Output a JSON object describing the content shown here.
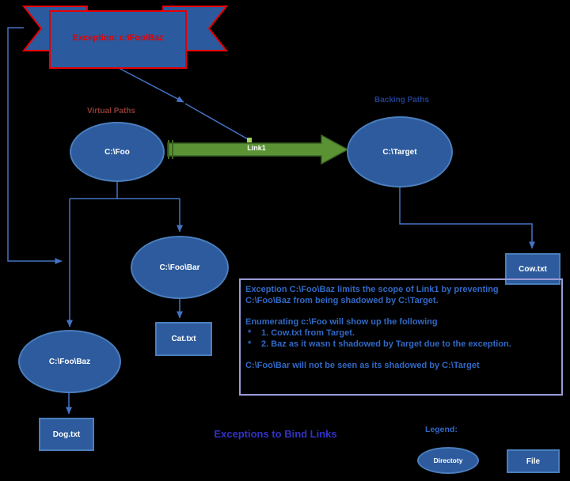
{
  "banner": {
    "label": "Exception: c:\\Foo\\Baz"
  },
  "section_labels": {
    "virtual_paths": "Virtual Paths",
    "backing_paths": "Backing Paths"
  },
  "nodes": {
    "foo": {
      "label": "C:\\Foo"
    },
    "target": {
      "label": "C:\\Target"
    },
    "foo_bar": {
      "label": "C:\\Foo\\Bar"
    },
    "foo_baz": {
      "label": "C:\\Foo\\Baz"
    },
    "cat": {
      "label": "Cat.txt"
    },
    "dog": {
      "label": "Dog.txt"
    },
    "cow": {
      "label": "Cow.txt"
    }
  },
  "link": {
    "label": "Link1"
  },
  "note": {
    "para1": "Exception C:\\Foo\\Baz limits the scope of Link1 by preventing C:\\Foo\\Baz from being shadowed by C:\\Target.",
    "para2": "Enumerating c:\\Foo will show up the following",
    "bullet_marker": "*",
    "bullets": [
      "1. Cow.txt from Target.",
      "2. Baz as it wasn t shadowed by Target due to the exception."
    ],
    "para3": "C:\\Foo\\Bar will not be seen as its shadowed by C:\\Target"
  },
  "title": "Exceptions to Bind Links",
  "legend": {
    "heading": "Legend:",
    "directory_label": "Directoty",
    "file_label": "File"
  },
  "colors": {
    "bg": "#000000",
    "node-fill": "#2d5b9d",
    "node-stroke": "#4a7ebd",
    "node-text": "#ffffff",
    "ribbon-fill": "#2b5a9e",
    "ribbon-stroke": "#e60000",
    "banner-text": "#e60000",
    "link-fill": "#5b9334",
    "link-stroke": "#3c6522",
    "connector": "#4472c4",
    "note-border": "#9b9cd6",
    "note-text": "#3168c4",
    "title-color": "#3232c8",
    "virtual-label": "#8f3a32",
    "backing-label": "#223f8e",
    "legend-label": "#3168c4",
    "dot": "#9fd65b"
  }
}
